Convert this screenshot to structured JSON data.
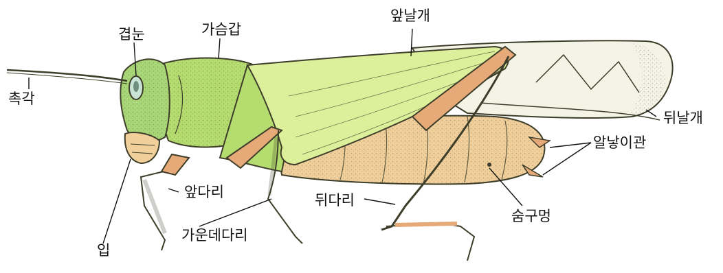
{
  "labels": {
    "antenna": "촉각",
    "compound_eye": "겹눈",
    "thorax": "가슴갑",
    "forewing": "앞날개",
    "hindwing": "뒤날개",
    "ovipositor": "알낳이관",
    "spiracle": "숨구멍",
    "hind_leg": "뒤다리",
    "middle_leg": "가운데다리",
    "front_leg": "앞다리",
    "mouth": "입"
  },
  "colors": {
    "body_green": "#b5dc6e",
    "head_green": "#a9d676",
    "abdomen": "#f0cf9b",
    "leg": "#e6aa78",
    "forewing": "#dcef9a",
    "hindwing": "#f3f3e6",
    "outline": "#3d3d2a"
  }
}
